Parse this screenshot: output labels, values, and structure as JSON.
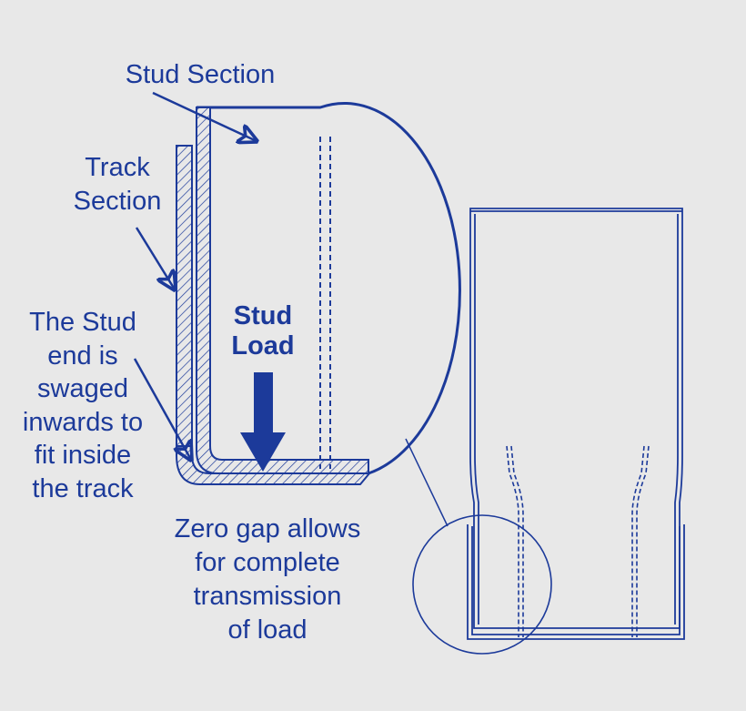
{
  "colors": {
    "background": "#e8e8e8",
    "ink": "#1c3a9a"
  },
  "labels": {
    "stud_section": "Stud Section",
    "track_section": [
      "Track",
      "Section"
    ],
    "swage_note": [
      "The Stud",
      "end is",
      "swaged",
      "inwards to",
      "fit inside",
      "the track"
    ],
    "stud_load": [
      "Stud",
      "Load"
    ],
    "zero_gap_note": [
      "Zero gap allows",
      "for complete",
      "transmission",
      "of load"
    ]
  }
}
